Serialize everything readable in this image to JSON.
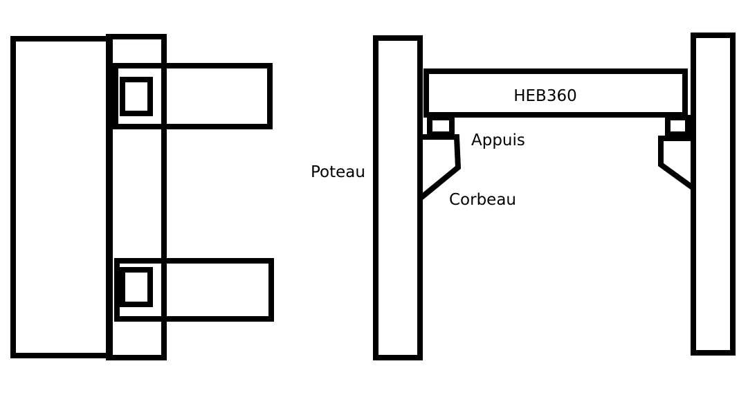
{
  "colors": {
    "stroke": "#000000",
    "background": "#ffffff"
  },
  "labels": {
    "beam": "HEB360",
    "support": "Appuis",
    "column": "Poteau",
    "corbel": "Corbeau"
  }
}
